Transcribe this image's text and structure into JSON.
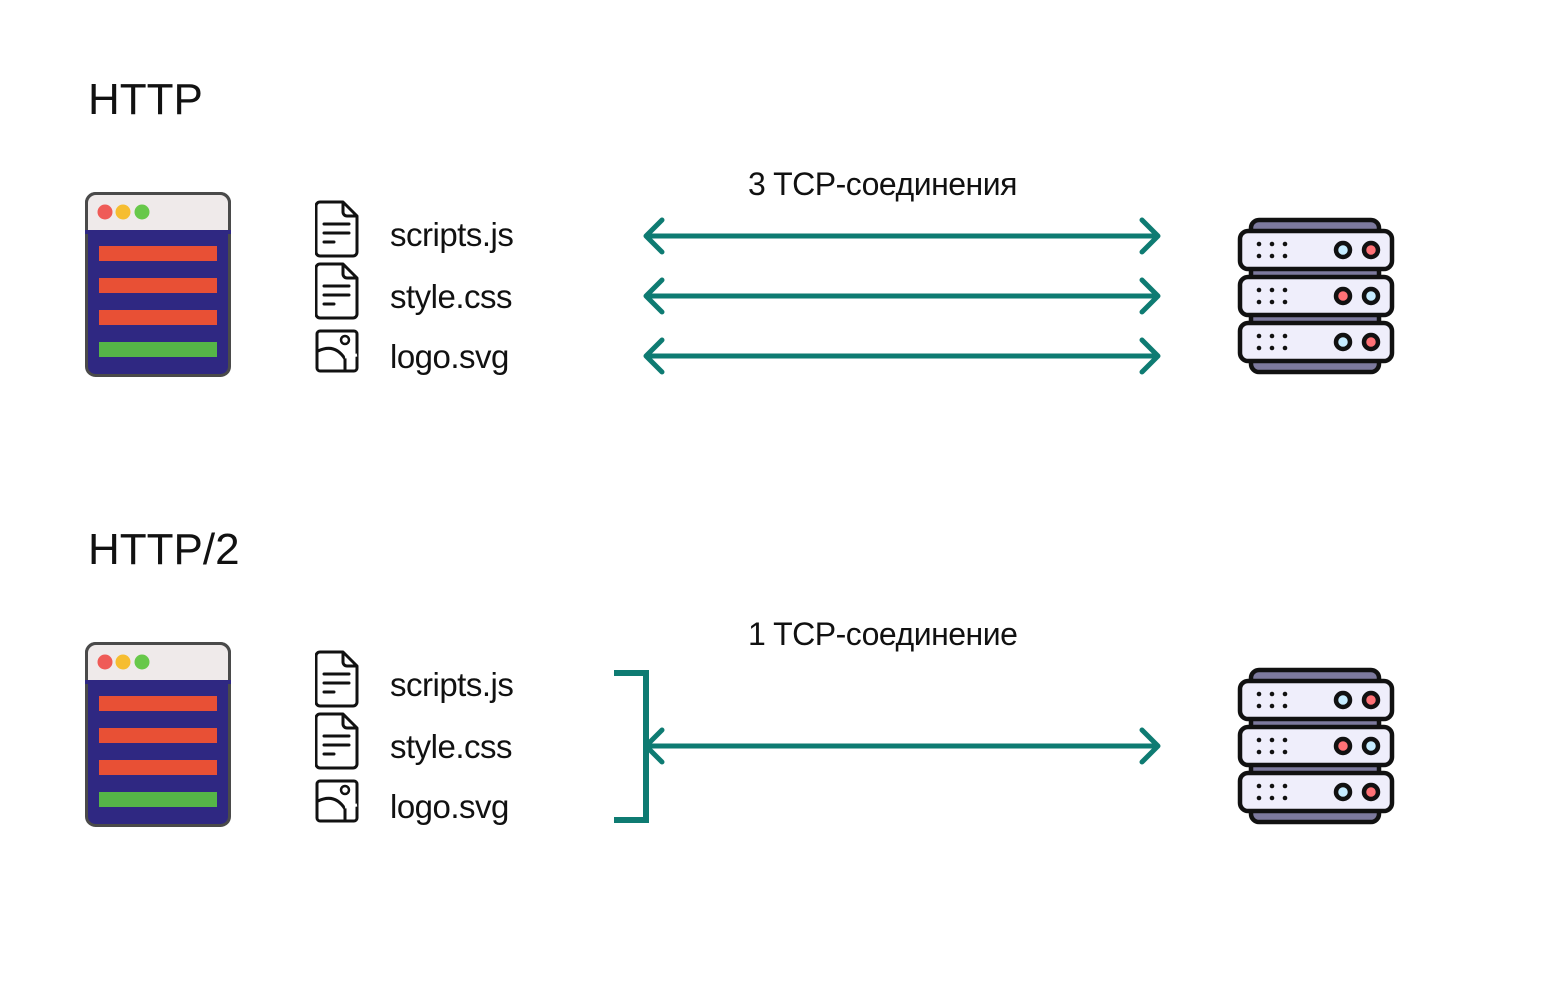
{
  "colors": {
    "arrow": "#0e7b72",
    "browser_body": "#2f2882",
    "browser_bar": "#efeaea",
    "browser_frame": "#4a4a4a",
    "red_bar": "#e85035",
    "green_bar": "#55b547",
    "dot_red": "#ef5b57",
    "dot_yellow": "#f6bd30",
    "dot_green": "#67c84a",
    "server_face": "#efeefb",
    "server_rail": "#7d7a9e",
    "led_blue": "#c5ecff",
    "led_red": "#ff7176"
  },
  "sections": [
    {
      "title": "HTTP",
      "connection_label": "3 TCP-соединения",
      "files": [
        {
          "name": "scripts.js",
          "icon": "document-icon"
        },
        {
          "name": "style.css",
          "icon": "document-icon"
        },
        {
          "name": "logo.svg",
          "icon": "image-icon"
        }
      ],
      "connections": 3
    },
    {
      "title": "HTTP/2",
      "connection_label": "1 TCP-соединение",
      "files": [
        {
          "name": "scripts.js",
          "icon": "document-icon"
        },
        {
          "name": "style.css",
          "icon": "document-icon"
        },
        {
          "name": "logo.svg",
          "icon": "image-icon"
        }
      ],
      "connections": 1
    }
  ]
}
